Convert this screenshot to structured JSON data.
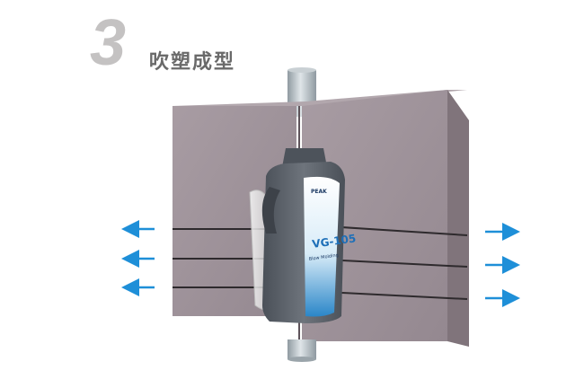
{
  "step": {
    "number": "3",
    "title": "吹塑成型"
  },
  "bottle_label": {
    "brand": "PEAK",
    "product_code": "VG-105",
    "product_name": "Blow Molding"
  },
  "colors": {
    "mold": "#9b8f96",
    "mold_side": "#80747b",
    "arrow": "#1e8fd8",
    "pipe": "#b3bbc0",
    "bottle_body": "#585e66",
    "label_blue": "#2a86c8"
  },
  "arrows": {
    "left": {
      "direction": "left",
      "count": 3
    },
    "right": {
      "direction": "right",
      "count": 3
    }
  }
}
